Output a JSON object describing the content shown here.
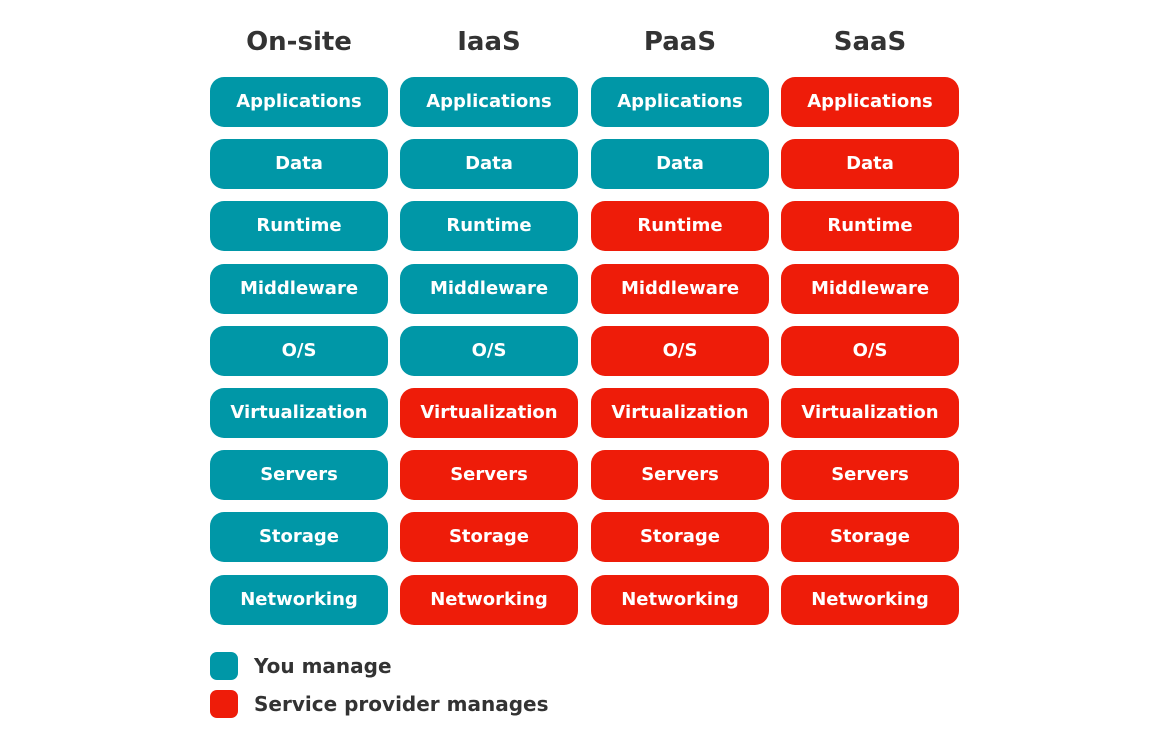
{
  "columns": [
    {
      "header": "On-site",
      "layers": [
        {
          "label": "Applications",
          "manager": "you"
        },
        {
          "label": "Data",
          "manager": "you"
        },
        {
          "label": "Runtime",
          "manager": "you"
        },
        {
          "label": "Middleware",
          "manager": "you"
        },
        {
          "label": "O/S",
          "manager": "you"
        },
        {
          "label": "Virtualization",
          "manager": "you"
        },
        {
          "label": "Servers",
          "manager": "you"
        },
        {
          "label": "Storage",
          "manager": "you"
        },
        {
          "label": "Networking",
          "manager": "you"
        }
      ]
    },
    {
      "header": "IaaS",
      "layers": [
        {
          "label": "Applications",
          "manager": "you"
        },
        {
          "label": "Data",
          "manager": "you"
        },
        {
          "label": "Runtime",
          "manager": "you"
        },
        {
          "label": "Middleware",
          "manager": "you"
        },
        {
          "label": "O/S",
          "manager": "you"
        },
        {
          "label": "Virtualization",
          "manager": "provider"
        },
        {
          "label": "Servers",
          "manager": "provider"
        },
        {
          "label": "Storage",
          "manager": "provider"
        },
        {
          "label": "Networking",
          "manager": "provider"
        }
      ]
    },
    {
      "header": "PaaS",
      "layers": [
        {
          "label": "Applications",
          "manager": "you"
        },
        {
          "label": "Data",
          "manager": "you"
        },
        {
          "label": "Runtime",
          "manager": "provider"
        },
        {
          "label": "Middleware",
          "manager": "provider"
        },
        {
          "label": "O/S",
          "manager": "provider"
        },
        {
          "label": "Virtualization",
          "manager": "provider"
        },
        {
          "label": "Servers",
          "manager": "provider"
        },
        {
          "label": "Storage",
          "manager": "provider"
        },
        {
          "label": "Networking",
          "manager": "provider"
        }
      ]
    },
    {
      "header": "SaaS",
      "layers": [
        {
          "label": "Applications",
          "manager": "provider"
        },
        {
          "label": "Data",
          "manager": "provider"
        },
        {
          "label": "Runtime",
          "manager": "provider"
        },
        {
          "label": "Middleware",
          "manager": "provider"
        },
        {
          "label": "O/S",
          "manager": "provider"
        },
        {
          "label": "Virtualization",
          "manager": "provider"
        },
        {
          "label": "Servers",
          "manager": "provider"
        },
        {
          "label": "Storage",
          "manager": "provider"
        },
        {
          "label": "Networking",
          "manager": "provider"
        }
      ]
    }
  ],
  "legend": {
    "you": {
      "label": "You manage",
      "color": "#0097a7"
    },
    "provider": {
      "label": "Service provider manages",
      "color": "#ee1c09"
    }
  }
}
